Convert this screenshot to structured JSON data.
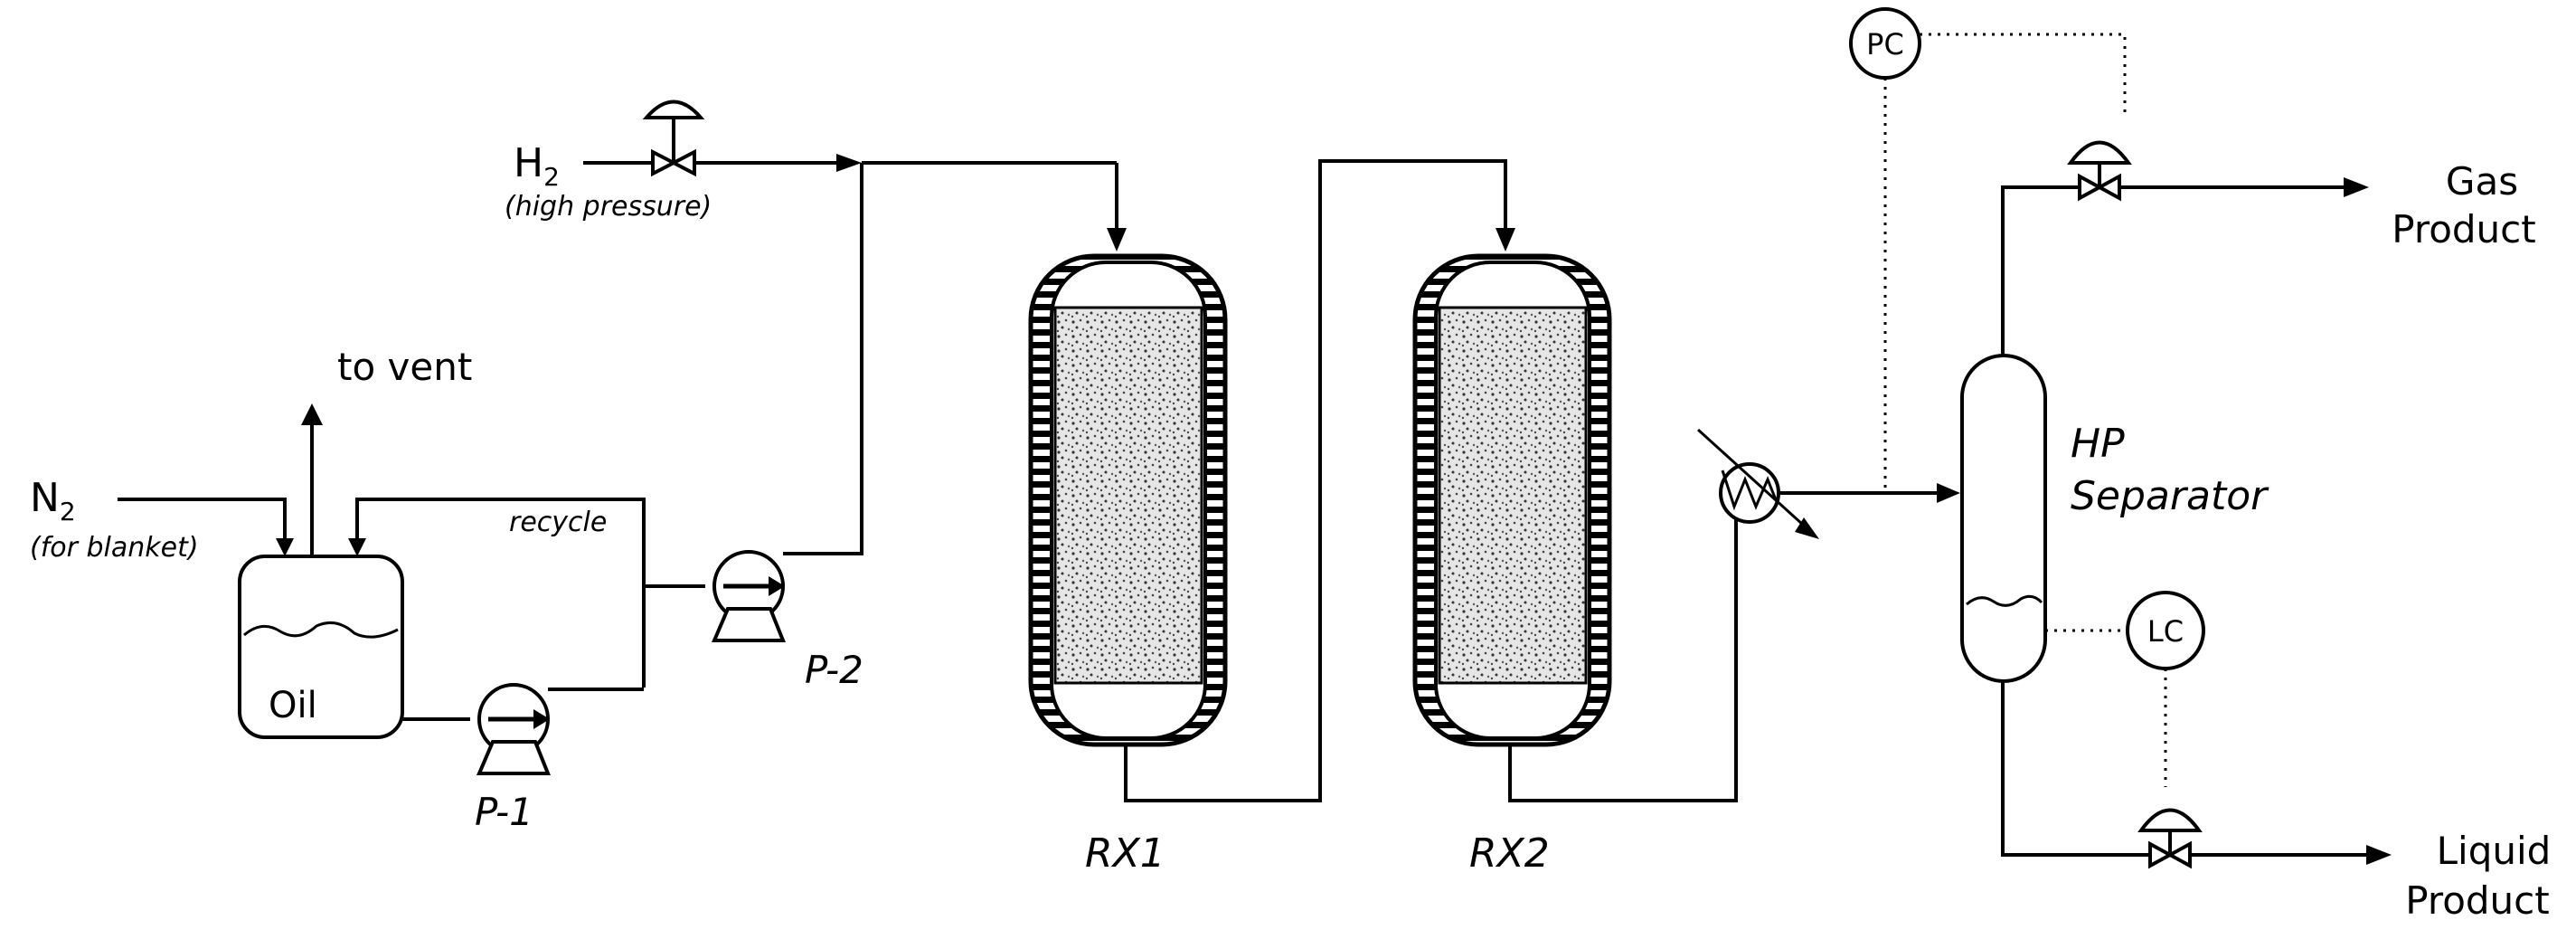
{
  "labels": {
    "h2_prefix": "H",
    "h2_sub": "2",
    "h2_note": "(high pressure)",
    "n2_prefix": "N",
    "n2_sub": "2",
    "n2_note": "(for blanket)",
    "to_vent": "to vent",
    "recycle": "recycle",
    "oil": "Oil",
    "pump1": "P-1",
    "pump2": "P-2",
    "rx1": "RX1",
    "rx2": "RX2",
    "pc": "PC",
    "lc": "LC",
    "separator_line1": "HP",
    "separator_line2": "Separator",
    "gas_line1": "Gas",
    "gas_line2": "Product",
    "liquid_line1": "Liquid",
    "liquid_line2": "Product"
  },
  "colors": {
    "line": "#000000",
    "background": "#ffffff",
    "packing": "#d8d8d8"
  }
}
